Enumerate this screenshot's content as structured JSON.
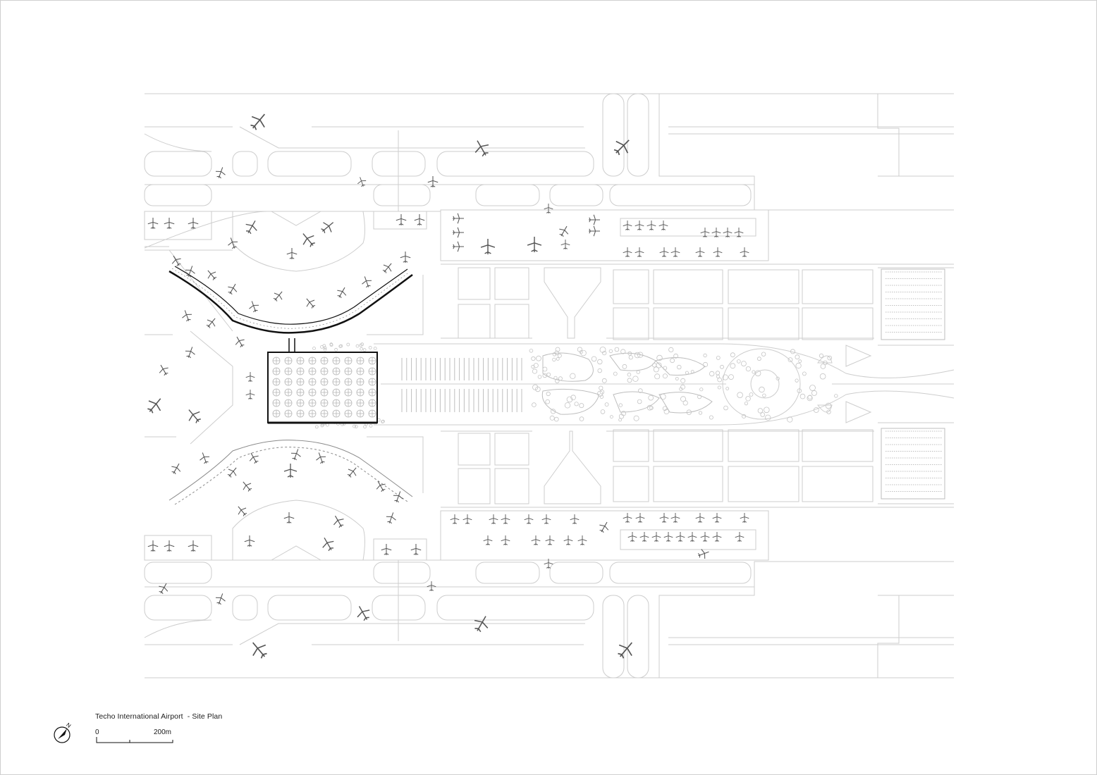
{
  "title": "Techo International Airport  - Site Plan",
  "scale_bar": {
    "start_label": "0",
    "end_label": "200m"
  },
  "north_arrow": {
    "letter": "N",
    "icon": "north-arrow-icon"
  },
  "colors": {
    "line": "#c9c9c9",
    "line_dark": "#9a9a9a",
    "terminal": "#111111",
    "background": "#ffffff"
  }
}
